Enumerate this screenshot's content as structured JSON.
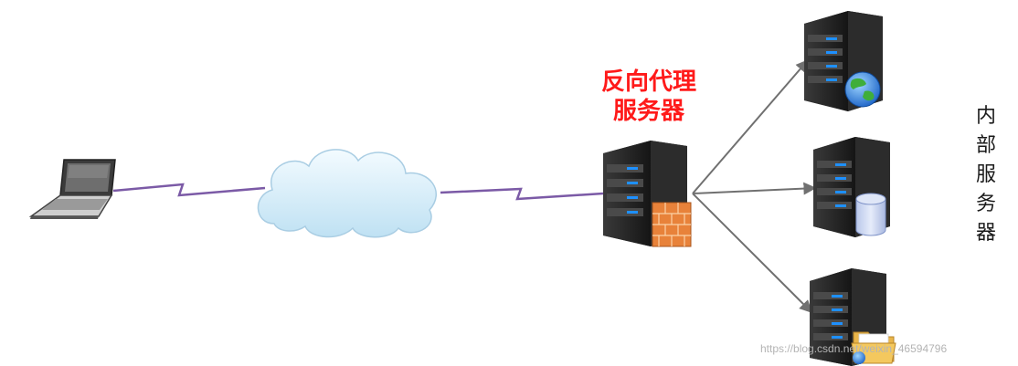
{
  "proxy_label": [
    "反向代理",
    "服务器"
  ],
  "internal_label": [
    "内",
    "部",
    "服",
    "务",
    "器"
  ],
  "watermark": "https://blog.csdn.net/weixin_46594796",
  "colors": {
    "proxy_label": "#ff1a1a",
    "link_line": "#7b5aa6",
    "arrow": "#707070",
    "server_body": "#2b2b2b",
    "server_led": "#1e90ff",
    "cloud": "#cfe9f7",
    "firewall": "#e8823a"
  }
}
